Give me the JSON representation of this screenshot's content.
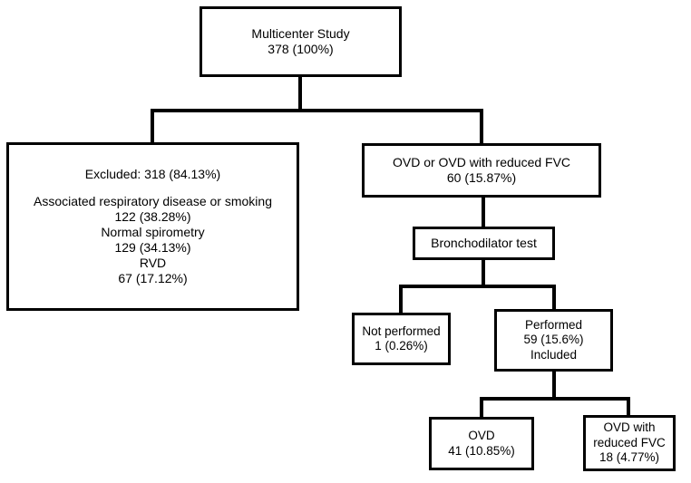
{
  "diagram": {
    "title": "Multicenter study participant flow",
    "colors": {
      "background": "#ffffff",
      "border": "#000000",
      "text": "#000000"
    },
    "nodes": {
      "root": {
        "lines": [
          "Multicenter Study",
          "378 (100%)"
        ]
      },
      "excluded": {
        "lines": [
          "Excluded: 318 (84.13%)",
          "",
          "Associated respiratory disease or smoking",
          "122 (38.28%)",
          "Normal spirometry",
          "129 (34.13%)",
          "RVD",
          "67 (17.12%)"
        ]
      },
      "ovd_group": {
        "lines": [
          "OVD or OVD with reduced FVC",
          "60 (15.87%)"
        ]
      },
      "bronchodilator": {
        "lines": [
          "Bronchodilator test"
        ]
      },
      "not_performed": {
        "lines": [
          "Not performed",
          "1 (0.26%)"
        ]
      },
      "performed": {
        "lines": [
          "Performed",
          "59 (15.6%)",
          "Included"
        ]
      },
      "ovd": {
        "lines": [
          "OVD",
          "41 (10.85%)"
        ]
      },
      "ovd_reduced_fvc": {
        "lines": [
          "OVD with",
          "reduced FVC",
          "18 (4.77%)"
        ]
      }
    }
  }
}
